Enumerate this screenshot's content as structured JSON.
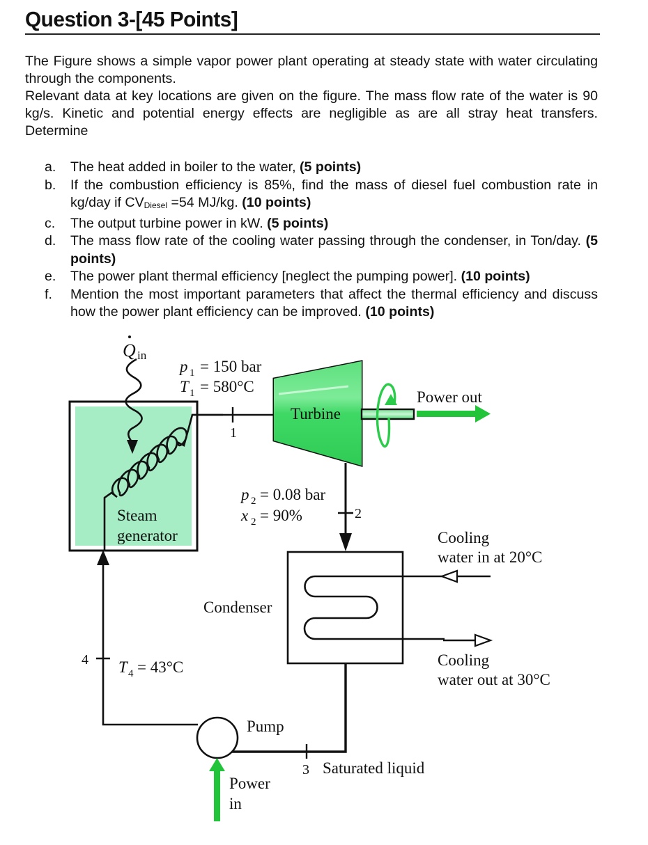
{
  "question": {
    "title": "Question 3-[45 Points]",
    "intro_line1": "The Figure shows a simple vapor power plant operating at steady state with water circulating through the components.",
    "intro_line2": "Relevant data at key locations are given on the figure. The mass flow rate of the water is 90 kg/s. Kinetic and potential energy effects are negligible as are all stray heat transfers. Determine"
  },
  "tasks": [
    {
      "marker": "a.",
      "text": "The heat added in boiler to the water,",
      "points": "(5 points)"
    },
    {
      "marker": "b.",
      "text_before": "If the combustion efficiency is 85%, find the mass of diesel fuel combustion rate in kg/day if CV",
      "subscript": "Diesel",
      "text_after": " =54 MJ/kg.",
      "points": "(10 points)"
    },
    {
      "marker": "c.",
      "text": "The output turbine power in kW.",
      "points": "(5 points)"
    },
    {
      "marker": "d.",
      "text": "The mass flow rate of the cooling water passing through the condenser, in Ton/day.",
      "points": "(5 points)"
    },
    {
      "marker": "e.",
      "text": "The power plant thermal efficiency [neglect the pumping power].",
      "points": "(10 points)"
    },
    {
      "marker": "f.",
      "text": "Mention the most important parameters that affect the thermal efficiency and discuss how the power plant efficiency can be improved.",
      "points": "(10 points)"
    }
  ],
  "figure": {
    "colors": {
      "component_green": "#38d660",
      "boiler_fill": "#a6ecc4",
      "arrow_green": "#22c43a",
      "line": "#111111"
    },
    "heat_in": {
      "symbol": "Q",
      "subscript": "in"
    },
    "state1": {
      "p_var": "p",
      "p_sub": "1",
      "p_value": "= 150 bar",
      "t_var": "T",
      "t_sub": "1",
      "t_value": "= 580°C",
      "label": "1"
    },
    "state2": {
      "p_var": "p",
      "p_sub": "2",
      "p_value": "= 0.08 bar",
      "x_var": "x",
      "x_sub": "2",
      "x_value": "= 90%",
      "label": "2"
    },
    "state3": {
      "label": "3",
      "desc": "Saturated liquid"
    },
    "state4": {
      "label": "4",
      "t_var": "T",
      "t_sub": "4",
      "t_value": "= 43°C"
    },
    "components": {
      "steam_generator_line1": "Steam",
      "steam_generator_line2": "generator",
      "turbine": "Turbine",
      "condenser": "Condenser",
      "pump": "Pump"
    },
    "power_out": "Power out",
    "power_in_line1": "Power",
    "power_in_line2": "in",
    "cooling_in_line1": "Cooling",
    "cooling_in_line2": "water in at 20°C",
    "cooling_out_line1": "Cooling",
    "cooling_out_line2": "water out at 30°C"
  }
}
